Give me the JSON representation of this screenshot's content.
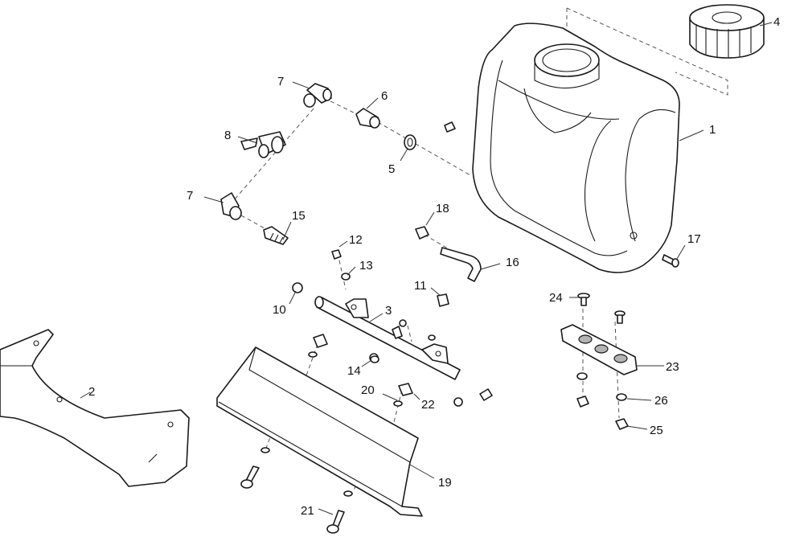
{
  "diagram": {
    "callouts": [
      {
        "id": "c1",
        "label": "1"
      },
      {
        "id": "c2",
        "label": "2"
      },
      {
        "id": "c3",
        "label": "3"
      },
      {
        "id": "c4",
        "label": "4"
      },
      {
        "id": "c5",
        "label": "5"
      },
      {
        "id": "c6",
        "label": "6"
      },
      {
        "id": "c7a",
        "label": "7"
      },
      {
        "id": "c7b",
        "label": "7"
      },
      {
        "id": "c8",
        "label": "8"
      },
      {
        "id": "c10",
        "label": "10"
      },
      {
        "id": "c11",
        "label": "11"
      },
      {
        "id": "c12",
        "label": "12"
      },
      {
        "id": "c13",
        "label": "13"
      },
      {
        "id": "c14",
        "label": "14"
      },
      {
        "id": "c15",
        "label": "15"
      },
      {
        "id": "c16",
        "label": "16"
      },
      {
        "id": "c17",
        "label": "17"
      },
      {
        "id": "c18",
        "label": "18"
      },
      {
        "id": "c19",
        "label": "19"
      },
      {
        "id": "c20",
        "label": "20"
      },
      {
        "id": "c21",
        "label": "21"
      },
      {
        "id": "c22",
        "label": "22"
      },
      {
        "id": "c23",
        "label": "23"
      },
      {
        "id": "c24",
        "label": "24"
      },
      {
        "id": "c25",
        "label": "25"
      },
      {
        "id": "c26",
        "label": "26"
      }
    ]
  }
}
